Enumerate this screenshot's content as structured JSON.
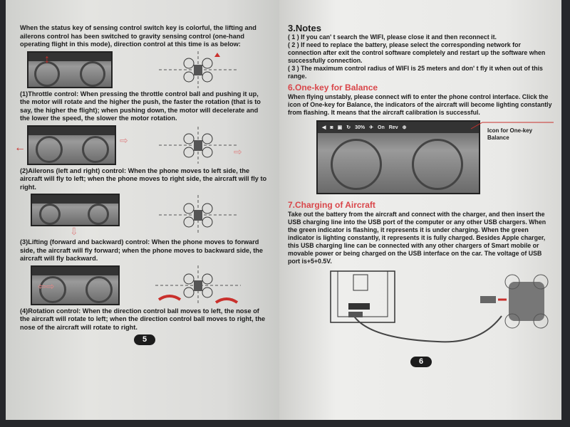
{
  "left_page": {
    "intro": "When the status key of sensing control switch key is colorful, the lifting and ailerons control has been switched to gravity sensing control (one-hand operating flight in this mode), direction control at this time is as below:",
    "throttle": "(1)Throttle control: When pressing the throttle control ball and pushing it up, the motor will rotate and the higher the push, the faster the rotation (that is to say, the higher the flight); when pushing down, the motor will decelerate and the lower the speed, the slower the motor rotation.",
    "ailerons": "(2)Ailerons (left and right) control: When the phone moves to left side, the aircraft will fly to left; when the phone moves to right side, the aircraft will fly to right.",
    "lifting": "(3)Lifting (forward and backward) control: When the phone moves to forward side, the aircraft will fly forward; when the phone moves to backward side, the aircraft will fly backward.",
    "rotation": "(4)Rotation control: When the direction control ball moves to left, the nose of the aircraft will rotate to left; when the direction control ball moves to right, the nose of the aircraft will rotate to right.",
    "page_number": "5"
  },
  "right_page": {
    "notes_title": "3.Notes",
    "notes": [
      "( 1 ) If you can' t search the WIFI, please close it and then reconnect it.",
      "( 2 ) If need to replace the battery, please select the corresponding network for connection after exit the control software completely and restart up the software when successfully connection.",
      "( 3 ) The maximum control radius of WIFI is 25 meters and don' t fly it when out of this range."
    ],
    "balance_title": "6.One-key for Balance",
    "balance_text": "When flying unstably, please connect wifi to enter the phone control interface. Click the icon of One-key for Balance, the indicators of the aircraft will become lighting constantly from flashing. It means that the aircraft calibration is successful.",
    "callout": "Icon for One-key Balance",
    "screen_buttons": {
      "speed": "30%",
      "on": "On",
      "rev": "Rev"
    },
    "charging_title": "7.Charging of Aircraft",
    "charging_text": "Take out the battery from the aircraft and connect with the charger, and then insert the USB charging line into the USB port of the computer or any other USB chargers. When the green indicator is flashing, it represents it is under charging. When the green indicator is lighting constantly, it represents it is fully charged. Besides Apple charger, this USB charging line can be connected with any other chargers of Smart mobile or movable power or being charged on the USB interface on the car. The voltage of USB port is+5+0.5V.",
    "page_number": "6"
  },
  "colors": {
    "heading": "#d9464a",
    "arrow": "#c9302c"
  }
}
